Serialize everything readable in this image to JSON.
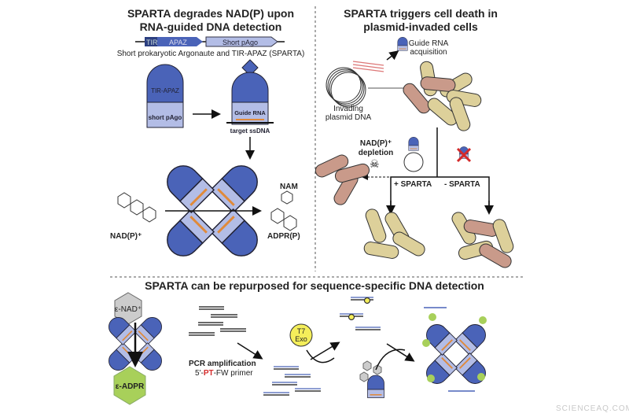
{
  "panel_a": {
    "title_line1": "SPARTA degrades NAD(P) upon",
    "title_line2": "RNA-guided DNA detection",
    "gene_tir": "TIR",
    "gene_apaz": "APAZ",
    "gene_pago": "Short pAgo",
    "caption": "Short prokaryotic Argonaute and TIR-APAZ (SPARTA)",
    "tir_apaz": "TIR-APAZ",
    "short_pago": "short pAgo",
    "guide_rna": "Guide RNA",
    "target": "target ssDNA",
    "nam": "NAM",
    "nadp": "NAD(P)⁺",
    "adprp": "ADPR(P)"
  },
  "panel_b": {
    "title_line1": "SPARTA triggers cell death in",
    "title_line2": "plasmid-invaded cells",
    "guide_line1": "Guide RNA",
    "guide_line2": "acquisition",
    "plasmid_line1": "Invading",
    "plasmid_line2": "plasmid DNA",
    "depletion_line1": "NAD(P)⁺",
    "depletion_line2": "depletion",
    "plus": "+ SPARTA",
    "minus": "- SPARTA"
  },
  "panel_c": {
    "title": "SPARTA can be repurposed for sequence-specific DNA detection",
    "enad": "ε-NAD⁺",
    "eadpr": "ε-ADPR",
    "pcr": "PCR amplification",
    "primer_pre": "5'-",
    "primer_pt": "PT",
    "primer_post": "-FW primer",
    "t7_line1": "T7",
    "t7_line2": "Exo"
  },
  "watermark": "SCIENCEAQ.COM",
  "colors": {
    "blue": "#4a63b8",
    "lightblue": "#b3bde6",
    "orange": "#e08a3a",
    "tan": "#ddd09a",
    "pink": "#c99a8a",
    "green": "#a8d05a",
    "red": "#d42a2a"
  }
}
